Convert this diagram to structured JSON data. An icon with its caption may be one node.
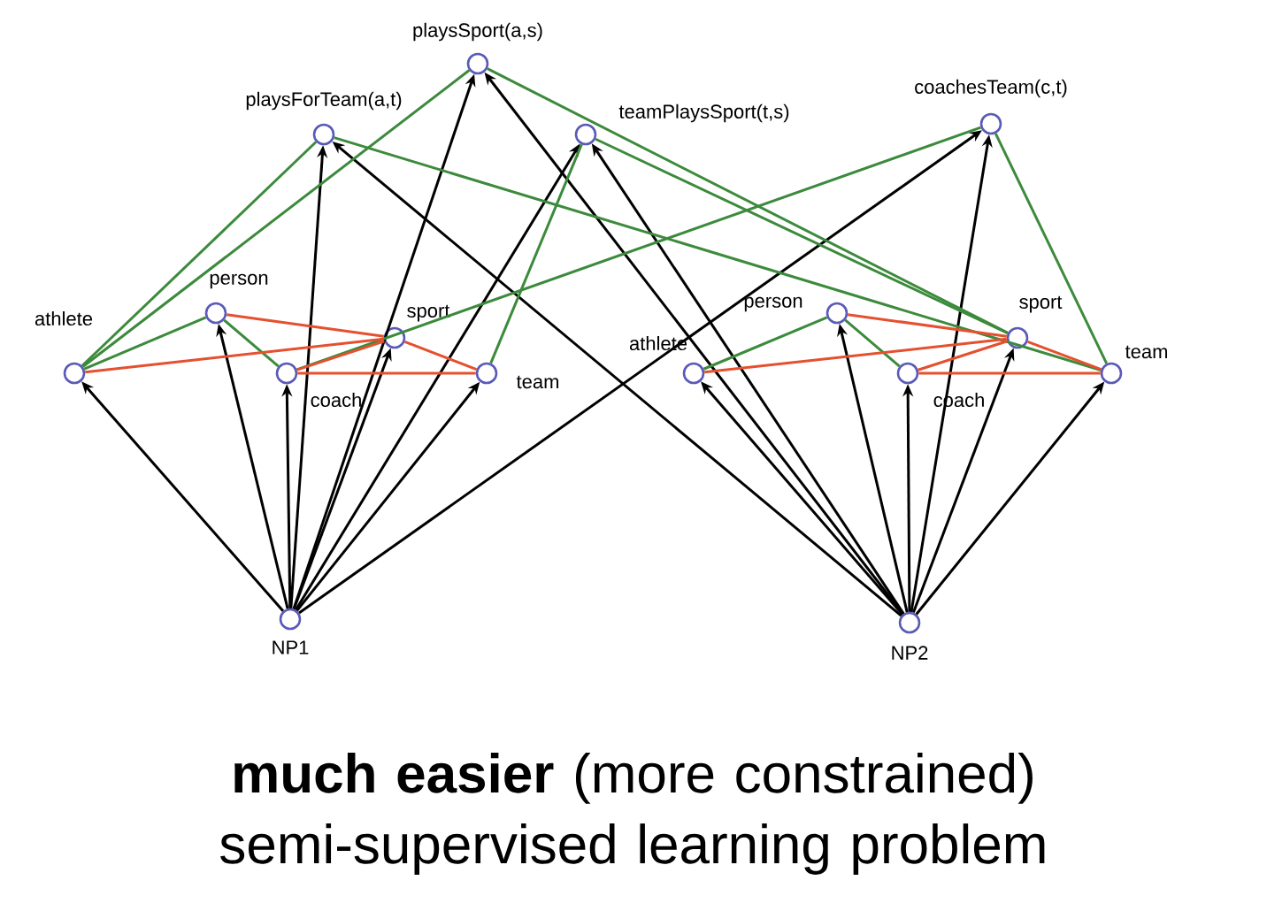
{
  "diagram": {
    "caption": "**much easier** (more constrained) semi-supervised learning problem",
    "nodes": [
      {
        "text": [
          "playsSport(a,s)"
        ]
      },
      {
        "text": [
          "playsForTeam(a,t)"
        ]
      },
      {
        "text": [
          "teamPlaysSport(t,s)"
        ]
      },
      {
        "text": [
          "coachesTeam(c,t)"
        ]
      },
      {
        "text": [
          "athlete"
        ]
      },
      {
        "text": [
          "person"
        ]
      },
      {
        "text": [
          "sport"
        ]
      },
      {
        "text": [
          "coach"
        ]
      },
      {
        "text": [
          "team"
        ]
      },
      {
        "text": [
          "athlete"
        ]
      },
      {
        "text": [
          "person"
        ]
      },
      {
        "text": [
          "sport"
        ]
      },
      {
        "text": [
          "coach"
        ]
      },
      {
        "text": [
          "team"
        ]
      },
      {
        "text": [
          "NP1"
        ]
      },
      {
        "text": [
          "NP2"
        ]
      }
    ],
    "edges": [
      {
        "from": 14,
        "to": 4,
        "arrow": "to"
      },
      {
        "from": 14,
        "to": 5,
        "arrow": "to"
      },
      {
        "from": 14,
        "to": 7,
        "arrow": "to"
      },
      {
        "from": 14,
        "to": 6,
        "arrow": "to"
      },
      {
        "from": 14,
        "to": 8,
        "arrow": "to"
      },
      {
        "from": 14,
        "to": 1,
        "arrow": "to"
      },
      {
        "from": 14,
        "to": 0,
        "arrow": "to"
      },
      {
        "from": 14,
        "to": 2,
        "arrow": "to"
      },
      {
        "from": 14,
        "to": 3,
        "arrow": "to"
      },
      {
        "from": 15,
        "to": 9,
        "arrow": "to"
      },
      {
        "from": 15,
        "to": 10,
        "arrow": "to"
      },
      {
        "from": 15,
        "to": 12,
        "arrow": "to"
      },
      {
        "from": 15,
        "to": 11,
        "arrow": "to"
      },
      {
        "from": 15,
        "to": 13,
        "arrow": "to"
      },
      {
        "from": 15,
        "to": 1,
        "arrow": "to"
      },
      {
        "from": 15,
        "to": 0,
        "arrow": "to"
      },
      {
        "from": 15,
        "to": 2,
        "arrow": "to"
      },
      {
        "from": 15,
        "to": 3,
        "arrow": "to"
      },
      {
        "from": 4,
        "to": 1,
        "arrow": "none",
        "color": "#3c8a3c"
      },
      {
        "from": 4,
        "to": 0,
        "arrow": "none",
        "color": "#3c8a3c"
      },
      {
        "from": 8,
        "to": 2,
        "arrow": "none",
        "color": "#3c8a3c"
      },
      {
        "from": 7,
        "to": 3,
        "arrow": "none",
        "color": "#3c8a3c"
      },
      {
        "from": 0,
        "to": 11,
        "arrow": "none",
        "color": "#3c8a3c"
      },
      {
        "from": 1,
        "to": 13,
        "arrow": "none",
        "color": "#3c8a3c"
      },
      {
        "from": 2,
        "to": 11,
        "arrow": "none",
        "color": "#3c8a3c"
      },
      {
        "from": 3,
        "to": 13,
        "arrow": "none",
        "color": "#3c8a3c"
      },
      {
        "from": 4,
        "to": 5,
        "arrow": "none",
        "color": "#3c8a3c"
      },
      {
        "from": 5,
        "to": 7,
        "arrow": "none",
        "color": "#3c8a3c"
      },
      {
        "from": 9,
        "to": 10,
        "arrow": "none",
        "color": "#3c8a3c"
      },
      {
        "from": 10,
        "to": 12,
        "arrow": "none",
        "color": "#3c8a3c"
      },
      {
        "from": 5,
        "to": 6,
        "arrow": "none",
        "color": "#e5502f"
      },
      {
        "from": 4,
        "to": 6,
        "arrow": "none",
        "color": "#e5502f"
      },
      {
        "from": 7,
        "to": 6,
        "arrow": "none",
        "color": "#e5502f"
      },
      {
        "from": 7,
        "to": 8,
        "arrow": "none",
        "color": "#e5502f"
      },
      {
        "from": 6,
        "to": 8,
        "arrow": "none",
        "color": "#e5502f"
      },
      {
        "from": 10,
        "to": 11,
        "arrow": "none",
        "color": "#e5502f"
      },
      {
        "from": 9,
        "to": 11,
        "arrow": "none",
        "color": "#e5502f"
      },
      {
        "from": 12,
        "to": 11,
        "arrow": "none",
        "color": "#e5502f"
      },
      {
        "from": 12,
        "to": 13,
        "arrow": "none",
        "color": "#e5502f"
      },
      {
        "from": 11,
        "to": 13,
        "arrow": "none",
        "color": "#e5502f"
      }
    ]
  }
}
